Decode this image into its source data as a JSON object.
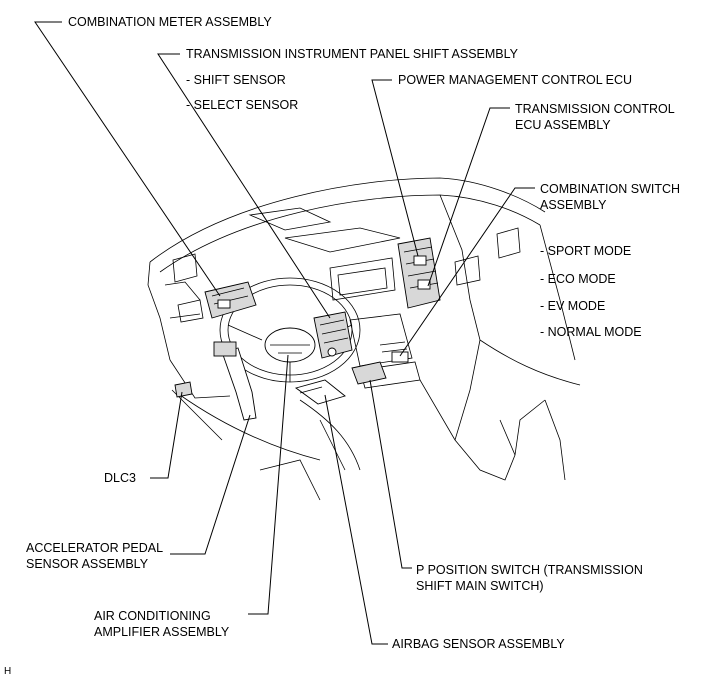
{
  "labels": {
    "combination_meter": "COMBINATION METER ASSEMBLY",
    "transmission_panel_shift": "TRANSMISSION INSTRUMENT PANEL SHIFT ASSEMBLY",
    "shift_sensor": "- SHIFT SENSOR",
    "select_sensor": "- SELECT SENSOR",
    "power_management_ecu": "POWER MANAGEMENT CONTROL ECU",
    "transmission_control_ecu_line1": "TRANSMISSION CONTROL",
    "transmission_control_ecu_line2": "ECU ASSEMBLY",
    "combination_switch_line1": "COMBINATION SWITCH",
    "combination_switch_line2": "ASSEMBLY",
    "sport_mode": "- SPORT MODE",
    "eco_mode": "- ECO MODE",
    "ev_mode": "- EV MODE",
    "normal_mode": "- NORMAL MODE",
    "dlc3": "DLC3",
    "accelerator_pedal_line1": "ACCELERATOR PEDAL",
    "accelerator_pedal_line2": "SENSOR ASSEMBLY",
    "air_conditioning_line1": "AIR CONDITIONING",
    "air_conditioning_line2": "AMPLIFIER ASSEMBLY",
    "p_position_line1": "P POSITION SWITCH (TRANSMISSION",
    "p_position_line2": "SHIFT MAIN SWITCH)",
    "airbag_sensor": "AIRBAG SENSOR ASSEMBLY",
    "corner_mark": "H"
  }
}
